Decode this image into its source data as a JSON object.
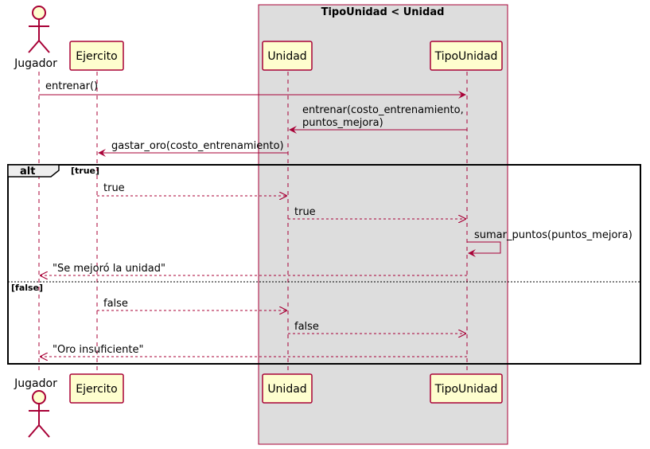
{
  "colors": {
    "arrow": "#A80036",
    "participant_fill": "#FEFECE",
    "box_fill": "#DDDDDD",
    "frame": "#000000"
  },
  "box": {
    "title": "TipoUnidad < Unidad"
  },
  "participants": {
    "jugador": "Jugador",
    "ejercito": "Ejercito",
    "unidad": "Unidad",
    "tipo_unidad": "TipoUnidad"
  },
  "messages": {
    "entrenar": "entrenar()",
    "entrenar_costo_1": "entrenar(costo_entrenamiento,",
    "entrenar_costo_2": "puntos_mejora)",
    "gastar_oro": "gastar_oro(costo_entrenamiento)",
    "true_1": "true",
    "true_2": "true",
    "sumar_puntos": "sumar_puntos(puntos_mejora)",
    "se_mejoro": "\"Se mejoró la unidad\"",
    "false_1": "false",
    "false_2": "false",
    "oro_insuficiente": "\"Oro insuficiente\""
  },
  "alt": {
    "keyword": "alt",
    "guard_true": "[true]",
    "guard_false": "[false]"
  }
}
